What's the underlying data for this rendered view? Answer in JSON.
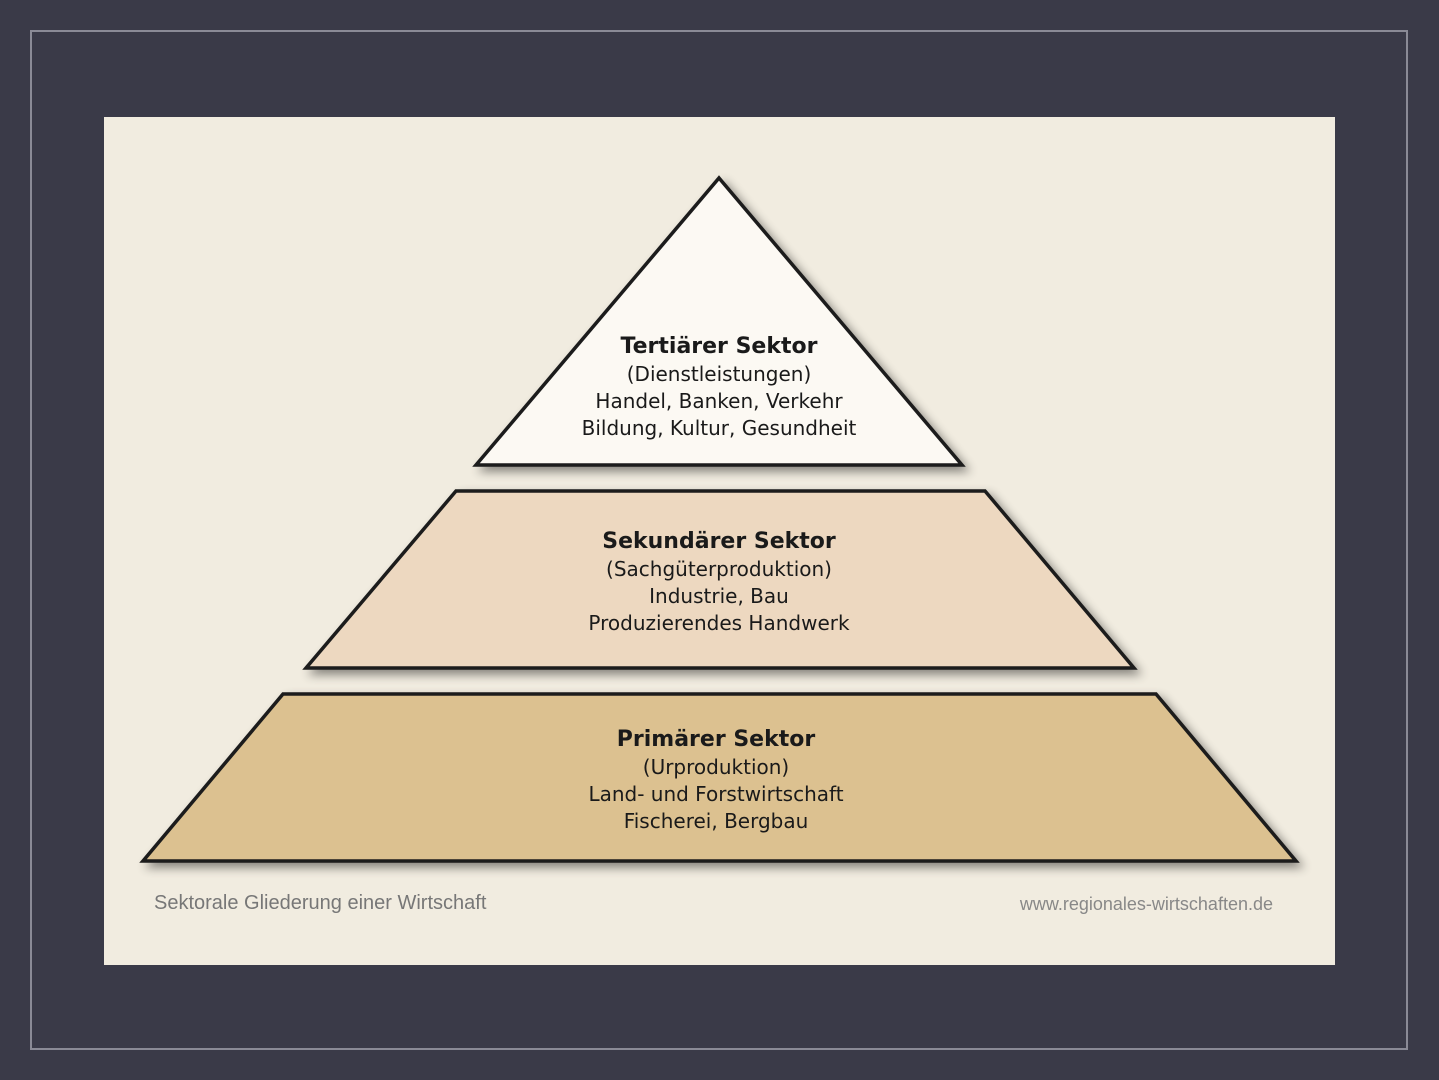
{
  "diagram": {
    "tiers": [
      {
        "title": "Tertiärer Sektor",
        "lines": [
          "(Dienstleistungen)",
          "Handel, Banken, Verkehr",
          "Bildung, Kultur, Gesundheit"
        ],
        "fill": "#fcf9f3"
      },
      {
        "title": "Sekundärer Sektor",
        "lines": [
          "(Sachgüterproduktion)",
          "Industrie, Bau",
          "Produzierendes Handwerk"
        ],
        "fill": "#edd8c0"
      },
      {
        "title": "Primärer Sektor",
        "lines": [
          "(Urproduktion)",
          "Land- und Forstwirtschaft",
          "Fischerei, Bergbau"
        ],
        "fill": "#dcc190"
      }
    ],
    "caption": "Sektorale Gliederung einer Wirtschaft",
    "source": "www.regionales-wirtschaften.de"
  },
  "colors": {
    "background": "#3a3a48",
    "card": "#f1ece0",
    "outline": "#1a1a1a"
  }
}
